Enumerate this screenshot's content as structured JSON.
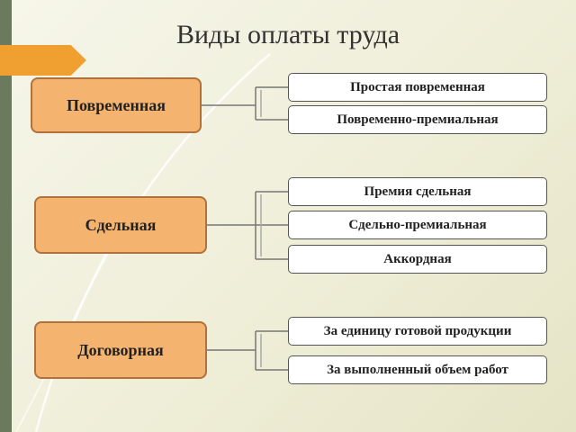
{
  "title": "Виды оплаты труда",
  "categories": [
    {
      "label": "Повременная",
      "subtypes": [
        "Простая повременная",
        "Повременно-премиальная"
      ]
    },
    {
      "label": "Сдельная",
      "subtypes": [
        "Премия сдельная",
        "Сдельно-премиальная",
        "Аккордная"
      ]
    },
    {
      "label": "Договорная",
      "subtypes": [
        "За единицу готовой продукции",
        "За выполненный объем работ"
      ]
    }
  ],
  "colors": {
    "category_fill": "#f4b470",
    "category_border": "#b0713a",
    "accent": "#f0a030",
    "side_bar": "#6b7a5c",
    "connector": "#777777"
  }
}
